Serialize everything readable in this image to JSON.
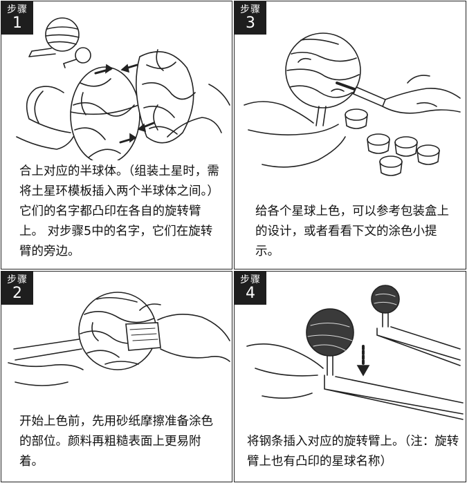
{
  "steps": [
    {
      "label": "步骤",
      "number": "1",
      "text": "合上对应的半球体。（组装土星时，需将土星环模板插入两个半球体之间。）它们的名字都凸印在各自的旋转臂上。 对步骤5中的名字，它们在旋转臂的旁边。"
    },
    {
      "label": "步骤",
      "number": "3",
      "text": "给各个星球上色，可以参考包装盒上的设计，或者看看下文的涂色小提示。"
    },
    {
      "label": "步骤",
      "number": "2",
      "text": "开始上色前，先用砂纸摩擦准备涂色的部位。颜料再粗糙表面上更易附着。"
    },
    {
      "label": "步骤",
      "number": "4",
      "text": "将钢条插入对应的旋转臂上。（注：旋转臂上也有凸印的星球名称）"
    }
  ],
  "colors": {
    "badge": "#1e1e1e",
    "ink": "#111111",
    "border": "#222222"
  }
}
